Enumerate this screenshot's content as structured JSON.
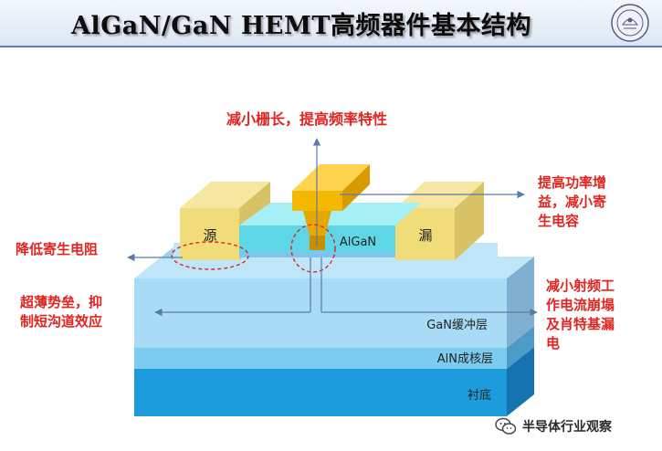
{
  "title": "AlGaN/GaN  HEMT高频器件基本结构",
  "layers": {
    "substrate": "衬底",
    "nucleation": "AlN成核层",
    "buffer": "GaN缓冲层",
    "barrier": "AlGaN",
    "source": "源",
    "drain": "漏"
  },
  "annotations": {
    "gate_length": "减小栅长，提高频率特性",
    "power_gain": [
      "提高功率增",
      "益，减小寄",
      "生电容"
    ],
    "parasitic_resistance": "降低寄生电阻",
    "thin_barrier": [
      "超薄势垒，抑",
      "制短沟道效应"
    ],
    "current_collapse": [
      "减小射频工",
      "作电流崩塌",
      "及肖特基漏",
      "电"
    ]
  },
  "footer": {
    "text": "半导体行业观察"
  },
  "colors": {
    "annotation": "#e0241f",
    "substrate": "#1c9cdc",
    "gate": "#f5b800",
    "contact": "#f0dc78"
  }
}
